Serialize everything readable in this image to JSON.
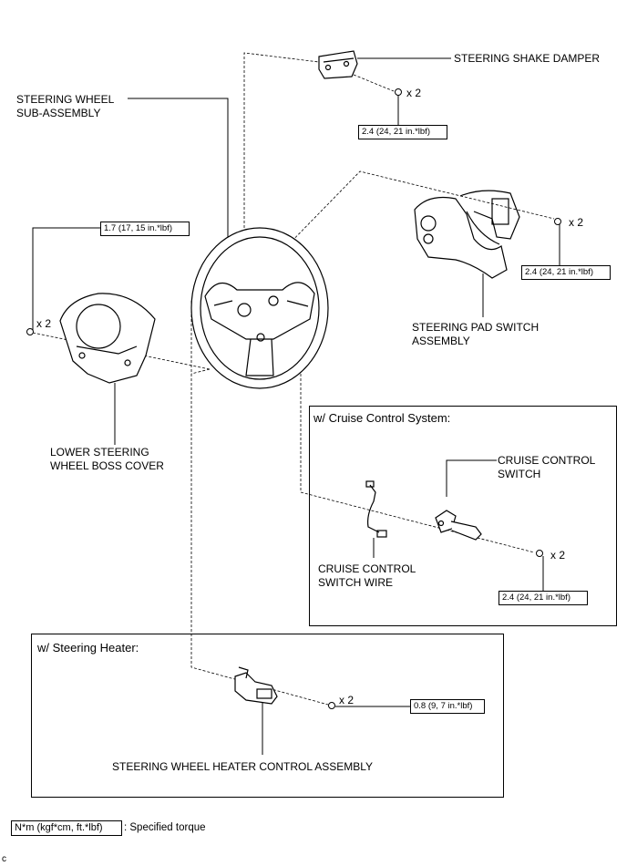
{
  "labels": {
    "steering_shake_damper": "STEERING SHAKE DAMPER",
    "steering_wheel_sub_assembly_1": "STEERING WHEEL",
    "steering_wheel_sub_assembly_2": "SUB-ASSEMBLY",
    "steering_pad_switch_1": "STEERING PAD SWITCH",
    "steering_pad_switch_2": "ASSEMBLY",
    "lower_boss_cover_1": "LOWER STEERING",
    "lower_boss_cover_2": "WHEEL BOSS COVER",
    "cruise_control_switch_1": "CRUISE CONTROL",
    "cruise_control_switch_2": "SWITCH",
    "cruise_control_wire_1": "CRUISE CONTROL",
    "cruise_control_wire_2": "SWITCH WIRE",
    "heater_control_assembly": "STEERING WHEEL HEATER CONTROL ASSEMBLY"
  },
  "quantities": {
    "shake_damper_bolts": "x 2",
    "pad_switch_bolts": "x 2",
    "boss_cover_bolts": "x 2",
    "cruise_switch_bolts": "x 2",
    "heater_bolts": "x 2"
  },
  "torques": {
    "shake_damper": "2.4 (24, 21 in.*lbf)",
    "pad_switch": "2.4 (24, 21 in.*lbf)",
    "boss_cover": "1.7 (17, 15 in.*lbf)",
    "cruise_switch": "2.4 (24, 21 in.*lbf)",
    "heater": "0.8 (9, 7 in.*lbf)"
  },
  "boxes": {
    "cruise_title": "w/ Cruise Control System:",
    "heater_title": "w/ Steering Heater:"
  },
  "legend": {
    "unit": "N*m (kgf*cm, ft.*lbf)",
    "desc": ": Specified torque"
  },
  "corner_mark": "c"
}
